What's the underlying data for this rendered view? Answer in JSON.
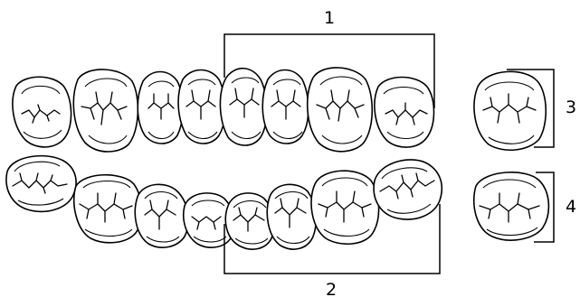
{
  "labels": {
    "group_1": "1",
    "group_2": "2",
    "group_3": "3",
    "group_4": "4"
  }
}
